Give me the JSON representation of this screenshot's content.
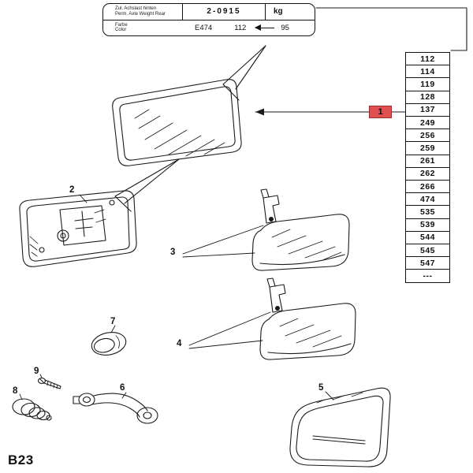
{
  "page": {
    "code": "B23"
  },
  "plate": {
    "weight_label_de": "Zul. Achslast hinten",
    "weight_label_en": "Perm. Axle Weight Rear",
    "weight_value": "2-0915",
    "weight_unit": "kg",
    "color_label_de": "Farbe",
    "color_label_en": "Color",
    "color_code": "E474",
    "color_value": "112",
    "color_alt": "95"
  },
  "color_table": {
    "values": [
      "112",
      "114",
      "119",
      "128",
      "137",
      "249",
      "256",
      "259",
      "261",
      "262",
      "266",
      "474",
      "535",
      "539",
      "544",
      "545",
      "547",
      "---"
    ]
  },
  "callouts": {
    "c1": "1",
    "c2": "2",
    "c3": "3",
    "c4": "4",
    "c5": "5",
    "c6": "6",
    "c7": "7",
    "c8": "8",
    "c9": "9"
  },
  "icons": {
    "color_arrow_icon": "arrow-left"
  },
  "colors": {
    "highlight": "#e05050",
    "line": "#1a1a1a"
  }
}
